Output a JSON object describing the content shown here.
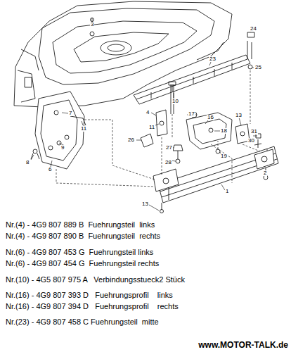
{
  "diagram": {
    "labels": [
      "3",
      "24",
      "23",
      "25",
      "10",
      "4",
      "17",
      "13",
      "31",
      "30",
      "7",
      "11",
      "9",
      "8",
      "6",
      "11",
      "26",
      "27",
      "28",
      "16",
      "18",
      "19",
      "2",
      "1",
      "13",
      "Nr.(4) - 4G9 807 889 B  Fuehrungsteil  links",
      "Nr.(4) - 4G9 807 890 B  Fuehrungsteil  rechts",
      "Nr.(6) - 4G9 807 453 G  Fuehrungsteil links",
      "Nr.(6) - 4G9 807 454 G  Fuehrungsteil rechts",
      "Nr.(10) - 4G5 807 975 A   Verbindungsstueck2 Stück",
      "Nr.(16) - 4G9 807 393 D   Fuehrungsprofil    links",
      "Nr.(16) - 4G9 807 394 D   Fuehrungsprofil    rechts",
      "Nr.(23) - 4G9 807 458 C Fuehrungsteil  mitte",
      "www.MOTOR-TALK.de"
    ]
  }
}
